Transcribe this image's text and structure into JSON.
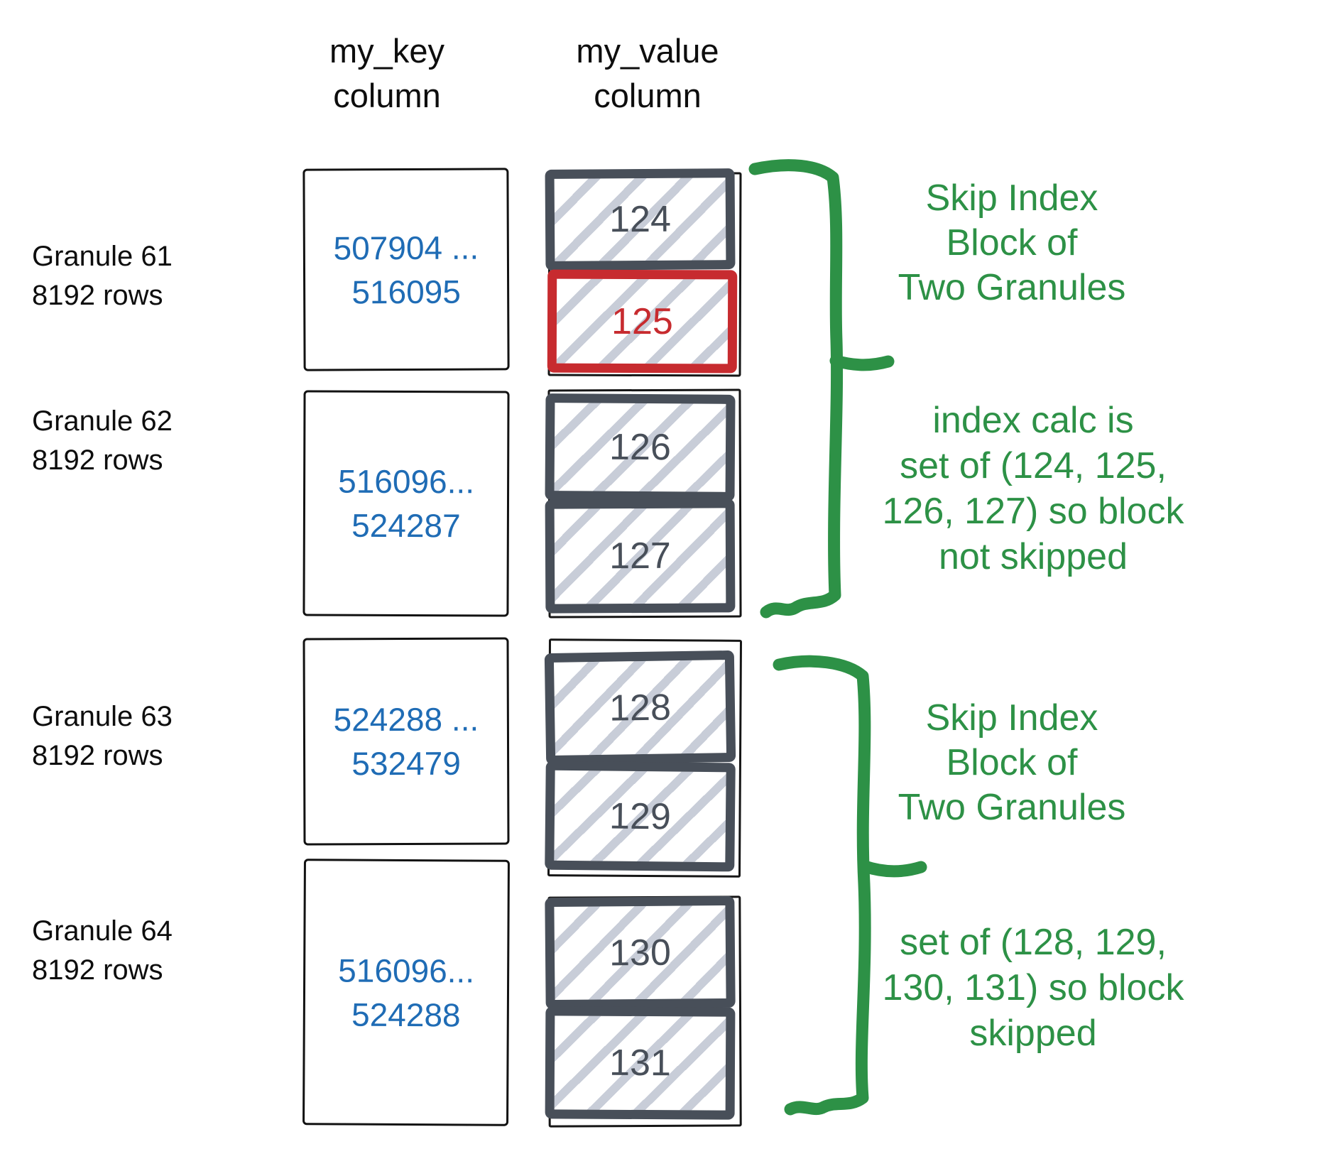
{
  "headers": {
    "key_line1": "my_key",
    "key_line2": "column",
    "value_line1": "my_value",
    "value_line2": "column"
  },
  "granules": [
    {
      "label_line1": "Granule 61",
      "label_line2": "8192 rows",
      "key_line1": "507904 ...",
      "key_line2": "516095",
      "values": [
        {
          "num": "124",
          "highlight": false
        },
        {
          "num": "125",
          "highlight": true
        }
      ]
    },
    {
      "label_line1": "Granule 62",
      "label_line2": "8192 rows",
      "key_line1": "516096...",
      "key_line2": "524287",
      "values": [
        {
          "num": "126",
          "highlight": false
        },
        {
          "num": "127",
          "highlight": false
        }
      ]
    },
    {
      "label_line1": "Granule 63",
      "label_line2": "8192 rows",
      "key_line1": "524288 ...",
      "key_line2": "532479",
      "values": [
        {
          "num": "128",
          "highlight": false
        },
        {
          "num": "129",
          "highlight": false
        }
      ]
    },
    {
      "label_line1": "Granule 64",
      "label_line2": "8192 rows",
      "key_line1": "516096...",
      "key_line2": "524288",
      "values": [
        {
          "num": "130",
          "highlight": false
        },
        {
          "num": "131",
          "highlight": false
        }
      ]
    }
  ],
  "annotations": {
    "block1_title": [
      "Skip Index",
      "Block of",
      "Two Granules"
    ],
    "block1_detail": [
      "index calc is",
      "set of (124, 125,",
      "126, 127) so block",
      "not skipped"
    ],
    "block2_title": [
      "Skip Index",
      "Block of",
      "Two Granules"
    ],
    "block2_detail": [
      "set of (128, 129,",
      "130, 131) so block",
      "skipped"
    ]
  },
  "colors": {
    "block_border": "#484f59",
    "hatch": "#c8cdd8",
    "highlight_red": "#c72b2f",
    "key_blue": "#1f6cb5",
    "annotation_green": "#2d9146",
    "sketch_black": "#161616"
  }
}
